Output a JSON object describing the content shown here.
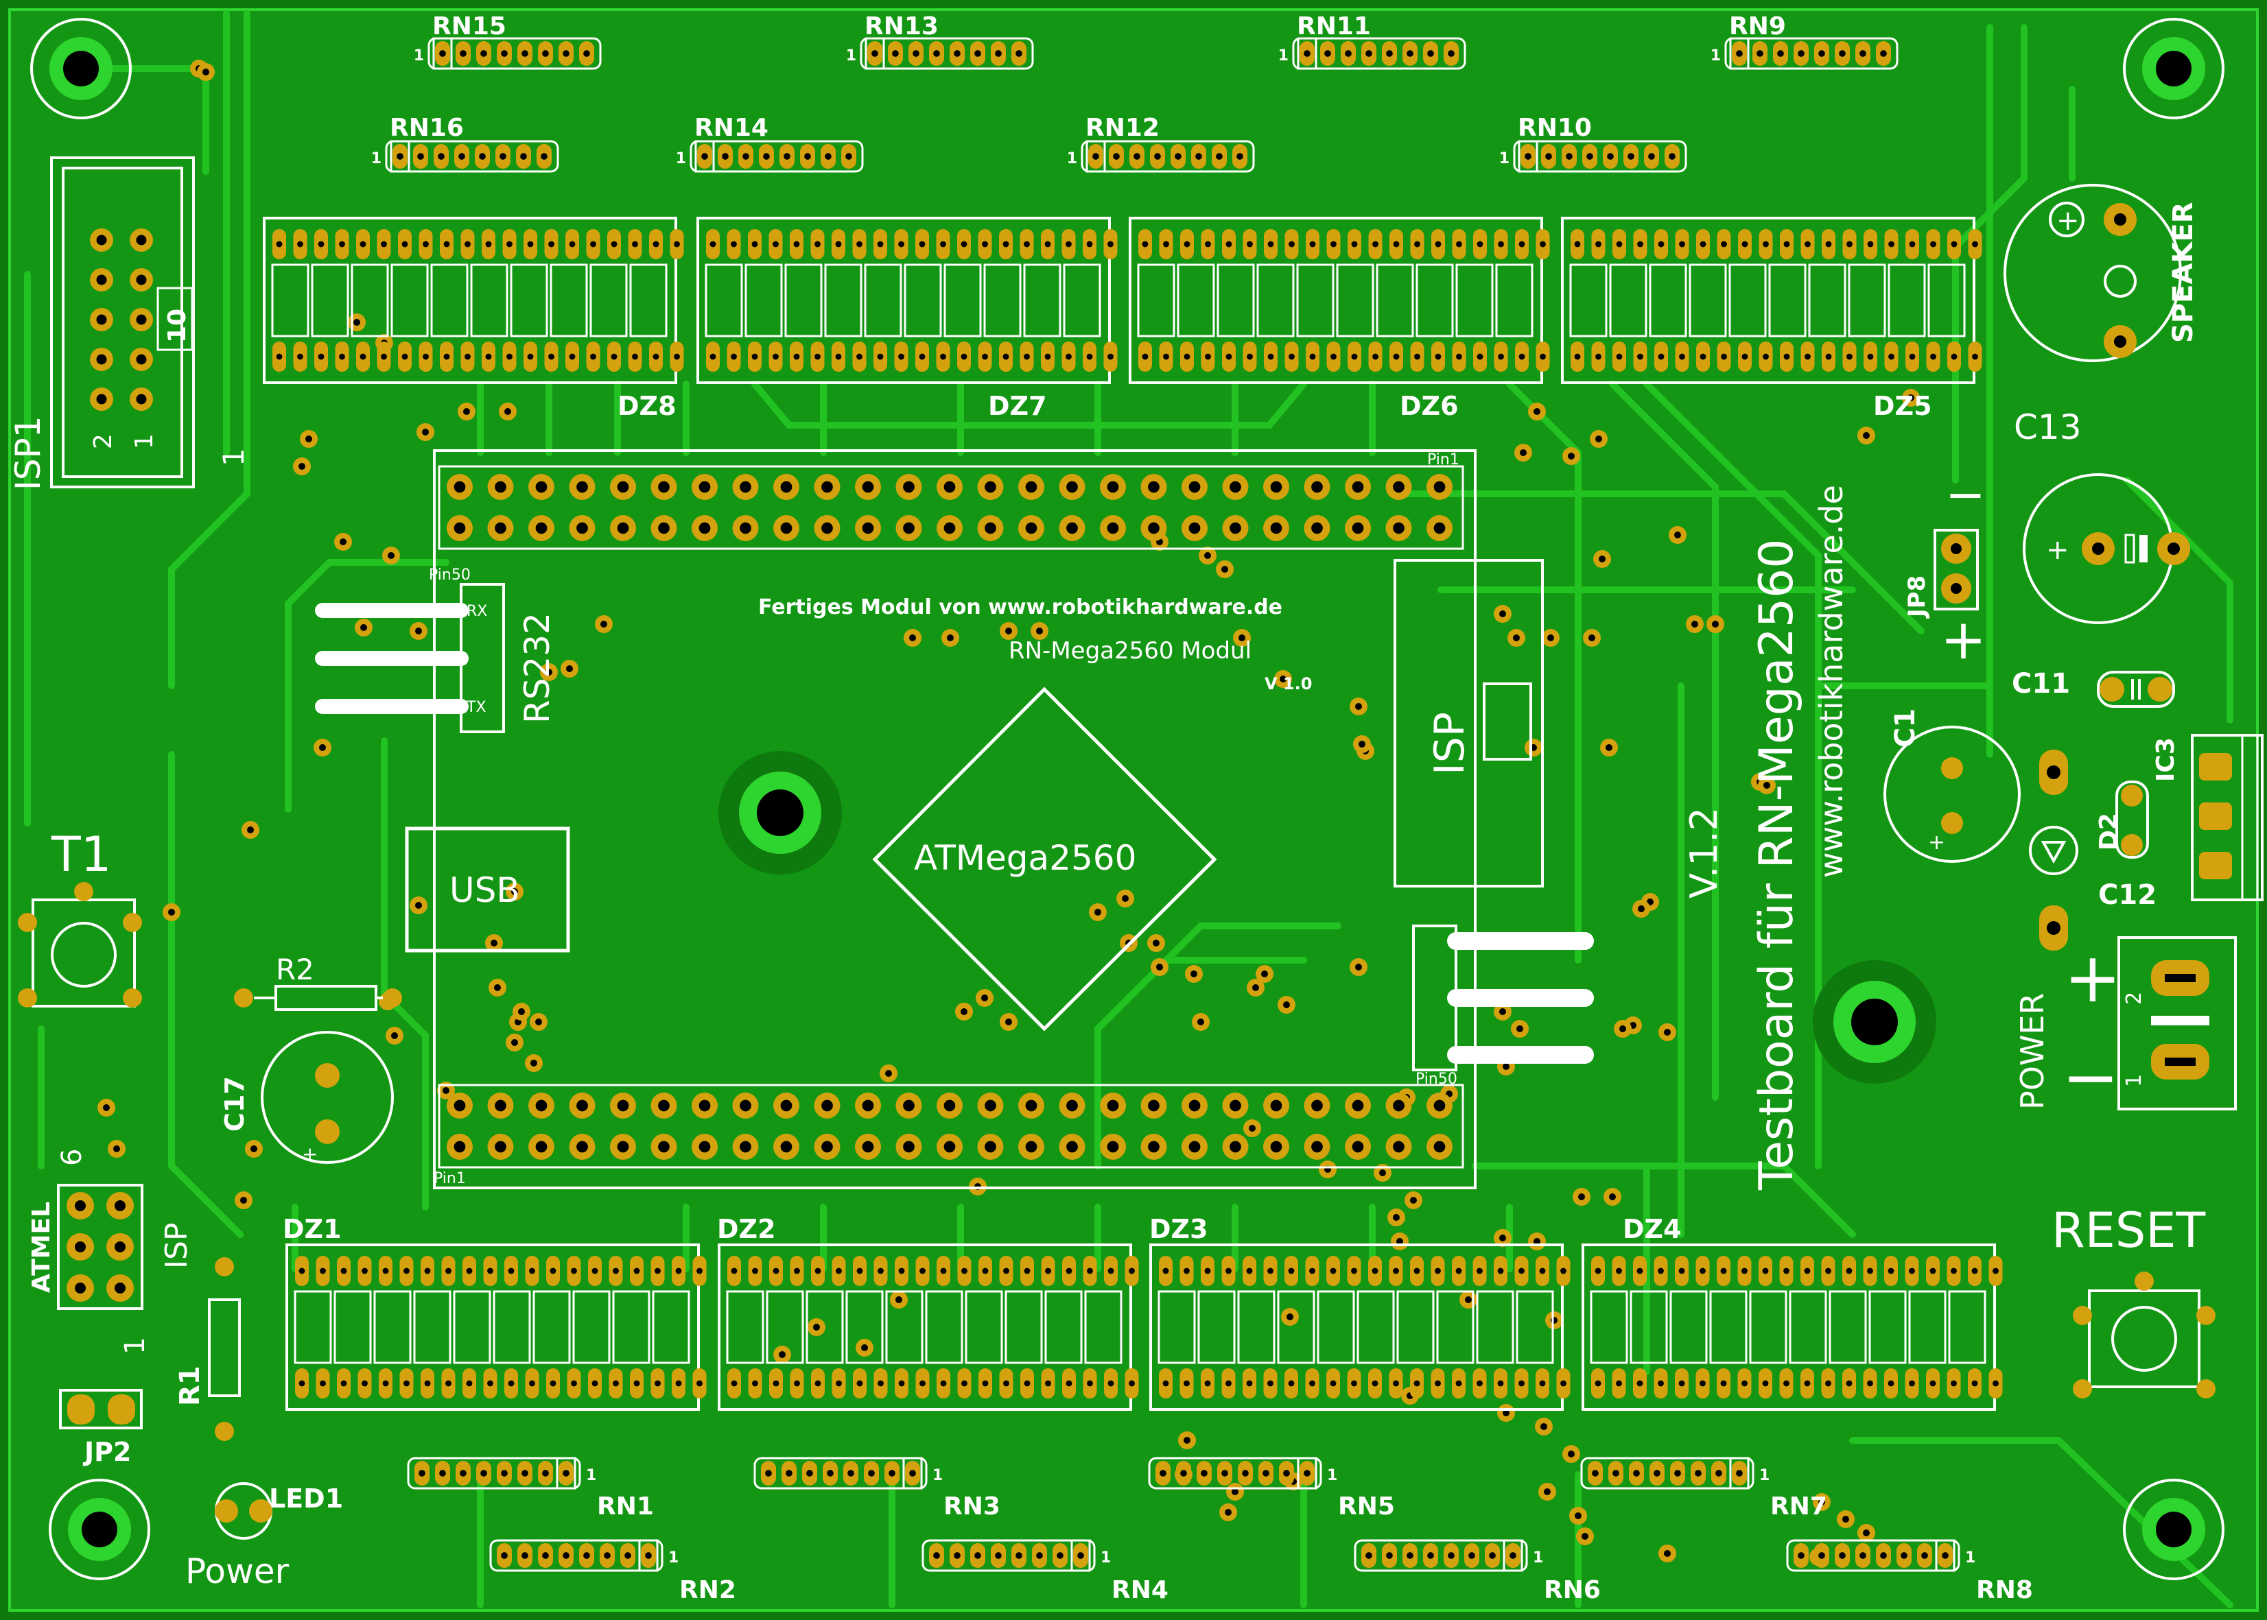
{
  "colors": {
    "board": "#139613",
    "trace": "#22c222",
    "trace_light": "#2fd52f",
    "pad": "#d4a20e",
    "pad_dark": "#7a5a08",
    "silk": "#ffffff",
    "hole": "#000000",
    "edge": "#064b06"
  },
  "resistor_networks_top": [
    {
      "label": "RN15",
      "pin1": "1"
    },
    {
      "label": "RN13",
      "pin1": "1"
    },
    {
      "label": "RN11",
      "pin1": "1"
    },
    {
      "label": "RN9",
      "pin1": "1"
    }
  ],
  "resistor_networks_top2": [
    {
      "label": "RN16",
      "pin1": "1"
    },
    {
      "label": "RN14",
      "pin1": "1"
    },
    {
      "label": "RN12",
      "pin1": "1"
    },
    {
      "label": "RN10",
      "pin1": "1"
    }
  ],
  "displays_top": [
    {
      "label": "DZ8"
    },
    {
      "label": "DZ7"
    },
    {
      "label": "DZ6"
    },
    {
      "label": "DZ5"
    }
  ],
  "displays_bottom": [
    {
      "label": "DZ1"
    },
    {
      "label": "DZ2"
    },
    {
      "label": "DZ3"
    },
    {
      "label": "DZ4"
    }
  ],
  "resistor_networks_bottom1": [
    {
      "label": "RN1",
      "pin1": "1"
    },
    {
      "label": "RN3",
      "pin1": "1"
    },
    {
      "label": "RN5",
      "pin1": "1"
    },
    {
      "label": "RN7",
      "pin1": "1"
    }
  ],
  "resistor_networks_bottom2": [
    {
      "label": "RN2",
      "pin1": "1"
    },
    {
      "label": "RN4",
      "pin1": "1"
    },
    {
      "label": "RN6",
      "pin1": "1"
    },
    {
      "label": "RN8",
      "pin1": "1"
    }
  ],
  "isp1": {
    "label": "ISP1",
    "pin2": "2",
    "pin1": "1",
    "pin10": "10",
    "side_1": "1"
  },
  "module": {
    "pin1_top": "Pin1",
    "pin50_top": "Pin50",
    "pin50_bottom": "Pin50",
    "pin1_bottom": "Pin1",
    "rx": "RX",
    "tx": "TX",
    "rs232": "RS232",
    "info_line1": "Fertiges Modul von www.robotikhardware.de",
    "info_line2": "RN-Mega2560 Modul",
    "version": "V 1.0",
    "isp": "ISP",
    "usb": "USB",
    "mcu": "ATMega2560"
  },
  "board_text": {
    "version": "V.1.2",
    "title": "Testboard für RN-Mega2560",
    "website": "www.robotikhardware.de"
  },
  "speaker": {
    "label": "SPEAKER",
    "plus": "+"
  },
  "components": {
    "c13": "C13",
    "c13_plus": "+",
    "jp8": "JP8",
    "jp8_minus": "−",
    "jp8_plus": "+",
    "c11": "C11",
    "c1": "C1",
    "c1_plus": "+",
    "ic3": "IC3",
    "d2": "D2",
    "c12": "C12",
    "power": "POWER",
    "power_plus": "+",
    "power_minus": "−",
    "power_pin2": "2",
    "power_pin1": "1",
    "reset": "RESET",
    "t1": "T1",
    "r2": "R2",
    "c17": "C17",
    "c17_plus": "+",
    "atmel": "ATMEL",
    "isp": "ISP",
    "isp_6": "6",
    "isp_1": "1",
    "r1": "R1",
    "jp2": "JP2",
    "led1": "LED1",
    "power_led": "Power"
  }
}
